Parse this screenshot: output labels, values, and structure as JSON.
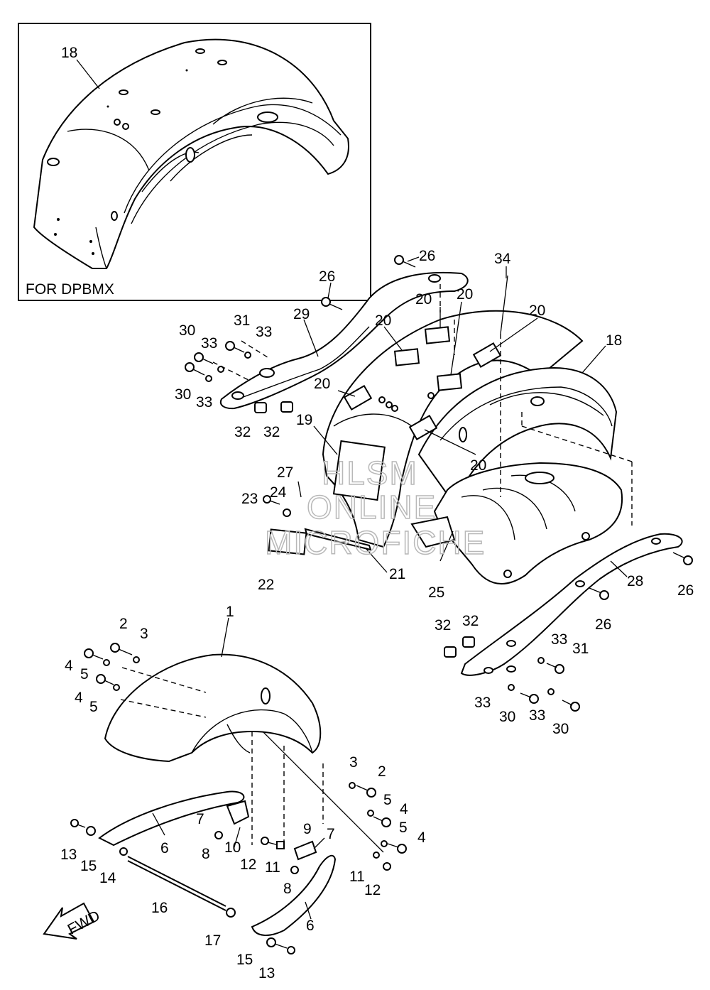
{
  "inset": {
    "label": "FOR DPBMX",
    "part": "18"
  },
  "watermark": {
    "line1": "HLSM",
    "line2": "ONLINE",
    "line3": "MICROFICHE"
  },
  "direction_arrow": "FWD",
  "callouts": {
    "c18": "18",
    "c26a": "26",
    "c34": "34",
    "c26b": "26",
    "c20a": "20",
    "c20b": "20",
    "c20c": "20",
    "c29": "29",
    "c20d": "20",
    "c18b": "18",
    "c31a": "31",
    "c33a": "33",
    "c30a": "30",
    "c33b": "33",
    "c30b": "30",
    "c33c": "33",
    "c20e": "20",
    "c32a": "32",
    "c32b": "32",
    "c19": "19",
    "c20f": "20",
    "c27": "27",
    "c24": "24",
    "c23": "23",
    "c21": "21",
    "c22": "22",
    "c25": "25",
    "c28": "28",
    "c26c": "26",
    "c26d": "26",
    "c32c": "32",
    "c32d": "32",
    "c33d": "33",
    "c31b": "31",
    "c33e": "33",
    "c30c": "30",
    "c33f": "33",
    "c30d": "30",
    "c1": "1",
    "c2a": "2",
    "c3a": "3",
    "c4a": "4",
    "c5a": "5",
    "c4b": "4",
    "c5b": "5",
    "c3b": "3",
    "c2b": "2",
    "c5c": "5",
    "c4c": "4",
    "c5d": "5",
    "c4d": "4",
    "c7a": "7",
    "c6a": "6",
    "c13a": "13",
    "c15a": "15",
    "c14": "14",
    "c8a": "8",
    "c10": "10",
    "c12a": "12",
    "c11a": "11",
    "c9": "9",
    "c7b": "7",
    "c8b": "8",
    "c11b": "11",
    "c12b": "12",
    "c16": "16",
    "c17": "17",
    "c6b": "6",
    "c15b": "15",
    "c13b": "13"
  }
}
